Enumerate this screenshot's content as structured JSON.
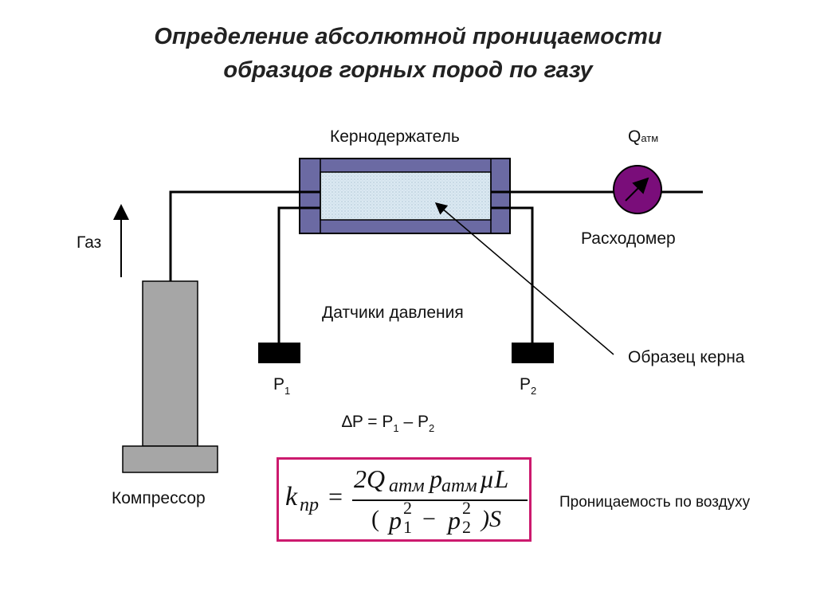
{
  "title": {
    "line1": "Определение абсолютной проницаемости",
    "line2": "образцов горных пород по газу"
  },
  "labels": {
    "core_holder": "Кернодержатель",
    "q_main": "Q",
    "q_sub": "атм",
    "flowmeter": "Расходомер",
    "gas": "Газ",
    "pressure_sensors": "Датчики давления",
    "core_sample": "Образец керна",
    "p1_main": "P",
    "p1_sub": "1",
    "p2_main": "P",
    "p2_sub": "2",
    "compressor": "Компрессор",
    "permeability_air": "Проницаемость по воздуху"
  },
  "delta_formula": {
    "prefix": "∆P = P",
    "sub1": "1",
    "mid": " – P",
    "sub2": "2"
  },
  "formula": {
    "lhs_k": "k",
    "lhs_sub": "пр",
    "equals": "=",
    "num_2Q": "2Q",
    "num_sub_atm1": "атм",
    "num_p": "p",
    "num_sub_atm2": "атм",
    "num_mu": "µL",
    "den_open": "(",
    "den_p1": "p",
    "den_p1_sup": "2",
    "den_p1_sub": "1",
    "den_minus": "−",
    "den_p2": "p",
    "den_p2_sup": "2",
    "den_p2_sub": "2",
    "den_close": ")S"
  },
  "colors": {
    "core_holder_fill": "#6b6aa3",
    "core_fill": "#dbe9f2",
    "flowmeter_fill": "#7a0d7a",
    "compressor_fill": "#a6a6a6",
    "sensor_fill": "#000000",
    "formula_border": "#cc1a6e"
  }
}
